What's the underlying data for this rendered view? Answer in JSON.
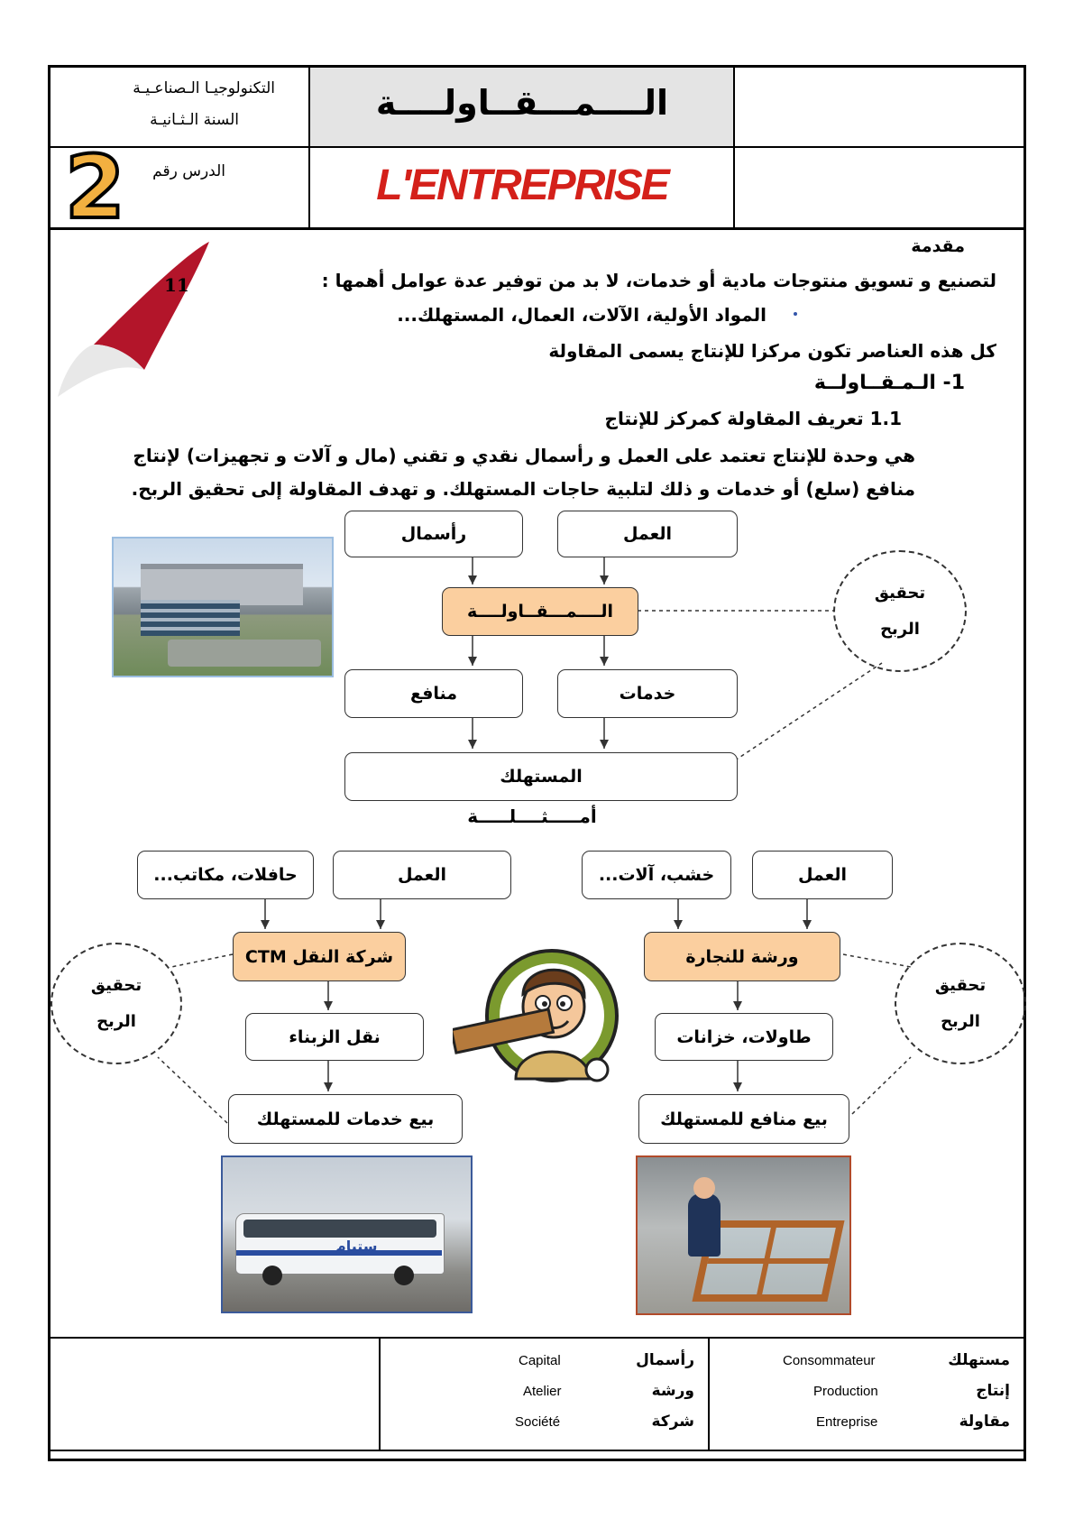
{
  "header": {
    "subject_line1": "التكنولوجيـا الـصناعـيـة",
    "subject_line2": "السنة الـثـانيـة",
    "title_ar": "الــــمـــقــاولــــة",
    "lesson_label": "الدرس رقم",
    "lesson_number": "2",
    "title_fr": "L'ENTREPRISE"
  },
  "page_number": "11",
  "intro": {
    "heading": "مقدمة",
    "line1": "لتصنيع و تسويق منتوجات مادية أو خدمات، لا بد من توفير عدة عوامل أهمها :",
    "bullet": "المواد الأولية، الآلات، العمال، المستهلك...",
    "line2": "كل هذه العناصر تكون مركزا للإنتاج يسمى المقاولة"
  },
  "section1": {
    "number": "1-",
    "title": "الـمـقــاولــة",
    "sub_number": "1.1",
    "sub_title": "تعريف المقاولة كمركز للإنتاج",
    "def_line1": "هي وحدة للإنتاج تعتمد على العمل و رأسمال نقدي و تقني (مال و آلات و تجهيزات) لإنتاج",
    "def_line2": "منافع (سلع) أو خدمات و ذلك لتلبية حاجات المستهلك. و تهدف المقاولة إلى تحقيق الربح."
  },
  "diagram_main": {
    "capital": "رأسمال",
    "labor": "العمل",
    "enterprise": "الــــمـــقــاولــــة",
    "goods": "منافع",
    "services": "خدمات",
    "consumer": "المستهلك",
    "profit_line1": "تحقيق",
    "profit_line2": "الربح"
  },
  "examples_title": "أمـــــثــــلـــــة",
  "example_left": {
    "input1": "حافلات، مكاتب...",
    "input2": "العمل",
    "company": "شركة النقل CTM",
    "output": "نقل الزبناء",
    "sale": "بيع خدمات للمستهلك",
    "profit_line1": "تحقيق",
    "profit_line2": "الربح",
    "bus_text": "ستيام"
  },
  "example_right": {
    "input1": "خشب، آلات...",
    "input2": "العمل",
    "company": "ورشة للنجارة",
    "output": "طاولات، خزانات",
    "sale": "بيع منافع للمستهلك",
    "profit_line1": "تحقيق",
    "profit_line2": "الربح"
  },
  "glossary": [
    {
      "ar": "رأسمال",
      "fr": "Capital"
    },
    {
      "ar": "ورشة",
      "fr": "Atelier"
    },
    {
      "ar": "شركة",
      "fr": "Société"
    },
    {
      "ar": "مستهلك",
      "fr": "Consommateur"
    },
    {
      "ar": "إنتاج",
      "fr": "Production"
    },
    {
      "ar": "مقاولة",
      "fr": "Entreprise"
    }
  ],
  "colors": {
    "orange_box": "#fbcf9f",
    "title_red": "#d4201a",
    "header_gray": "#e4e4e4",
    "curl_red": "#b3152a"
  }
}
